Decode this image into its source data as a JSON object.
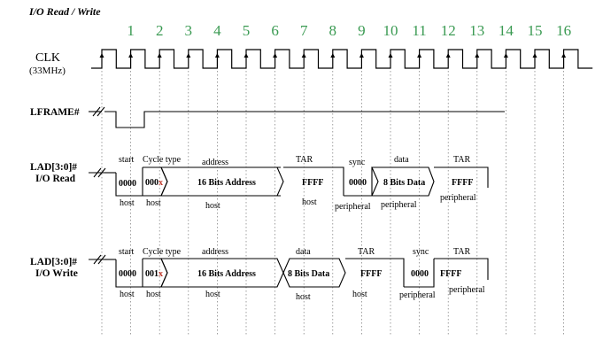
{
  "title": "I/O Read / Write",
  "clock_numbers": [
    "1",
    "2",
    "3",
    "4",
    "5",
    "6",
    "7",
    "8",
    "9",
    "10",
    "11",
    "12",
    "13",
    "14",
    "15",
    "16"
  ],
  "clk": {
    "label": "CLK",
    "sub_label": "(33MHz)"
  },
  "lframe": {
    "label": "LFRAME#"
  },
  "read": {
    "label1": "LAD[3:0]#",
    "label2": "I/O Read",
    "top": {
      "start": "start",
      "cycle_type": "Cycle type",
      "address": "address",
      "tar1": "TAR",
      "sync": "sync",
      "data": "data",
      "tar2": "TAR"
    },
    "values": {
      "start": "0000",
      "cycle_prefix": "000",
      "cycle_x": "x",
      "address": "16 Bits Address",
      "tar1": "FFFF",
      "sync": "0000",
      "data": "8 Bits Data",
      "tar2": "FFFF"
    },
    "bottom": {
      "b1": "host",
      "b2": "host",
      "b3": "host",
      "b4": "host",
      "b5": "peripheral",
      "b6": "peripheral",
      "b7": "peripheral"
    }
  },
  "write": {
    "label1": "LAD[3:0]#",
    "label2": "I/O Write",
    "top": {
      "start": "start",
      "cycle_type": "Cycle type",
      "address": "address",
      "data": "data",
      "tar1": "TAR",
      "sync": "sync",
      "tar2": "TAR"
    },
    "values": {
      "start": "0000",
      "cycle_prefix": "001",
      "cycle_x": "x",
      "address": "16 Bits Address",
      "data": "8 Bits Data",
      "tar1": "FFFF",
      "sync": "0000",
      "tar2": "FFFF"
    },
    "bottom": {
      "b1": "host",
      "b2": "host",
      "b3": "host",
      "b4": "host",
      "b5": "host",
      "b6": "peripheral",
      "b7": "peripheral"
    }
  },
  "colors": {
    "clock_number": "#3a9a52",
    "red_x": "#c0392b",
    "line": "#000000",
    "guide": "#777777"
  }
}
